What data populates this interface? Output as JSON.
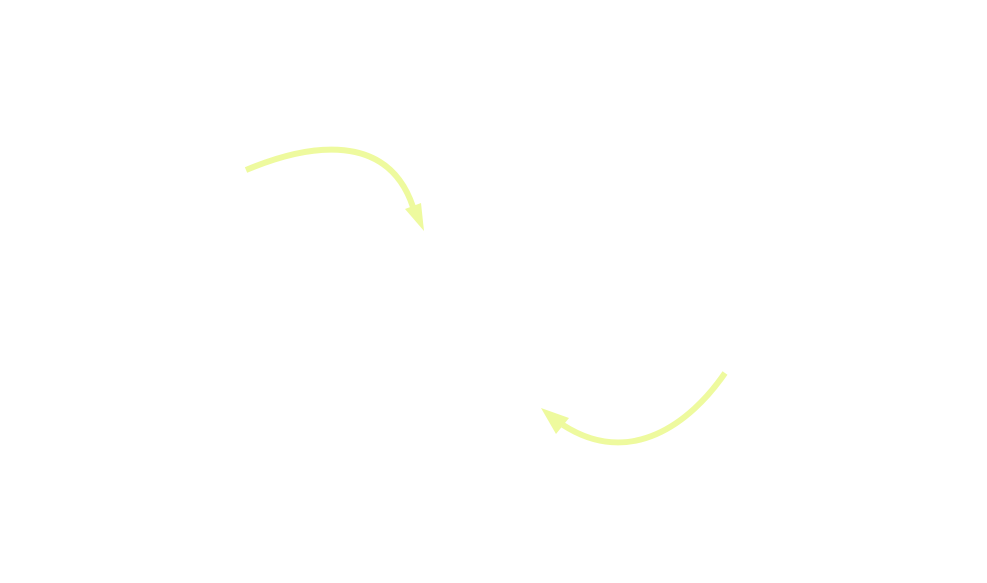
{
  "canvas": {
    "background": "#ffffff"
  },
  "arrows": [
    {
      "name": "top-curved-arrow",
      "color": "#eefa9e",
      "direction": "clockwise",
      "head": "end"
    },
    {
      "name": "bottom-curved-arrow",
      "color": "#eefa9e",
      "direction": "clockwise",
      "head": "end"
    }
  ]
}
